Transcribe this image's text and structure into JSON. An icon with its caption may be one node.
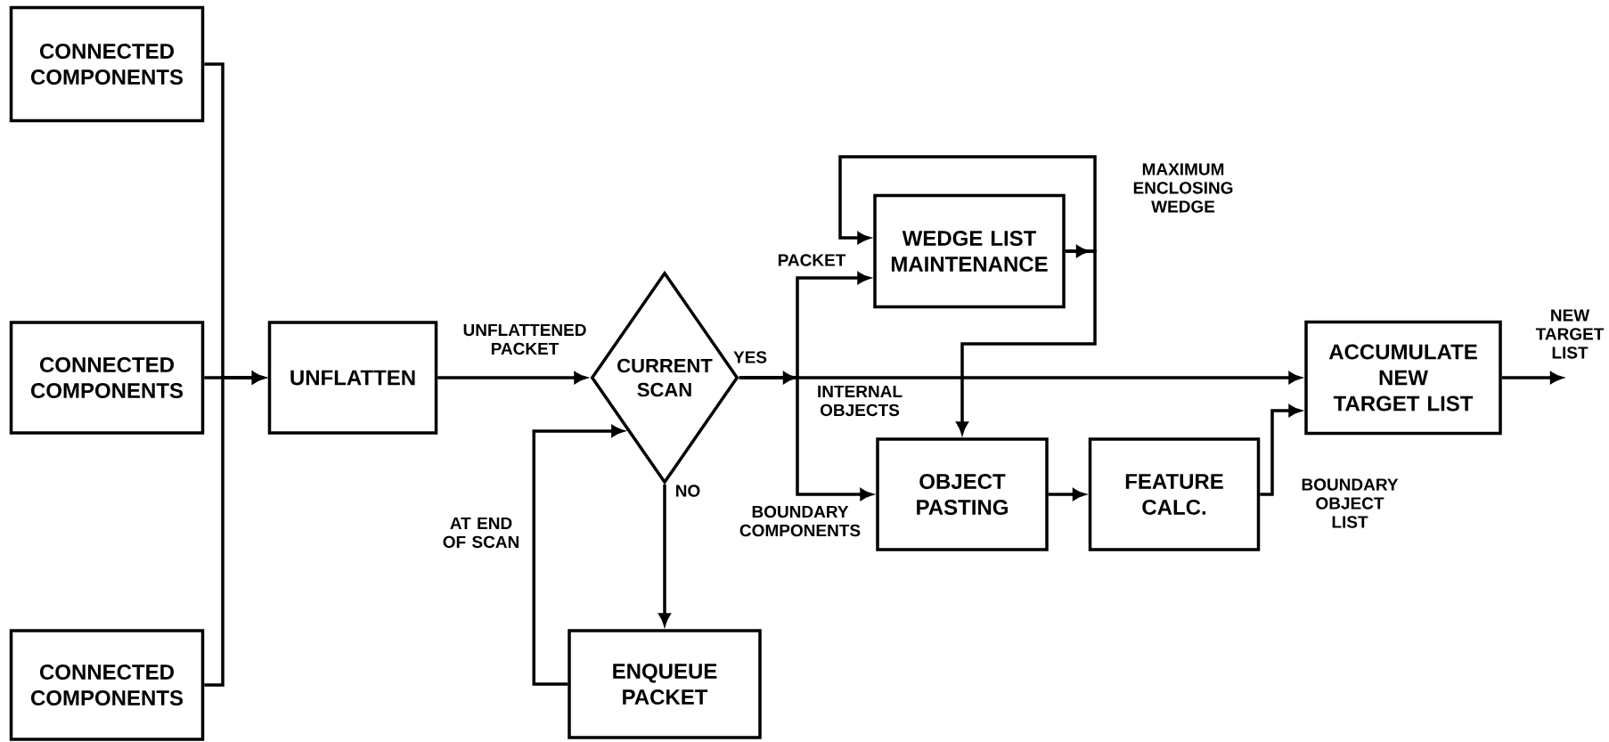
{
  "diagram": {
    "nodes": [
      {
        "text": [
          "CONNECTED COMPONENTS"
        ]
      },
      {
        "text": [
          "CONNECTED COMPONENTS"
        ]
      },
      {
        "text": [
          "CONNECTED COMPONENTS"
        ]
      },
      {
        "text": [
          "UNFLATTEN"
        ]
      },
      {
        "text": [
          "CURRENT SCAN"
        ]
      },
      {
        "text": [
          "ENQUEUE PACKET"
        ]
      },
      {
        "text": [
          "WEDGE LIST MAINTENANCE"
        ]
      },
      {
        "text": [
          "OBJECT PASTING"
        ]
      },
      {
        "text": [
          "FEATURE CALC."
        ]
      },
      {
        "text": [
          "ACCUMULATE NEW TARGET LIST"
        ]
      }
    ],
    "edges": [
      {
        "from": 0,
        "to": 3,
        "arrow": "to"
      },
      {
        "from": 1,
        "to": 3,
        "arrow": "to"
      },
      {
        "from": 2,
        "to": 3,
        "arrow": "to"
      },
      {
        "from": 3,
        "to": 4,
        "arrow": "to",
        "label": "UNFLATTENED PACKET"
      },
      {
        "from": 4,
        "to": 5,
        "arrow": "to",
        "label": "NO"
      },
      {
        "from": 5,
        "to": 4,
        "arrow": "to",
        "label": "AT END OF SCAN"
      },
      {
        "from": 4,
        "to": 6,
        "arrow": "to",
        "label": "PACKET"
      },
      {
        "from": 4,
        "to": 9,
        "arrow": "to",
        "label": "INTERNAL OBJECTS"
      },
      {
        "from": 4,
        "to": 7,
        "arrow": "to",
        "label": "BOUNDARY COMPONENTS"
      },
      {
        "from": 6,
        "to": 6,
        "arrow": "to"
      },
      {
        "from": 6,
        "to": 7,
        "arrow": "to",
        "label": "MAXIMUM ENCLOSING WEDGE"
      },
      {
        "from": 7,
        "to": 8,
        "arrow": "to"
      },
      {
        "from": 8,
        "to": 9,
        "arrow": "to",
        "label": "BOUNDARY OBJECT LIST"
      },
      {
        "from": 9,
        "to": null,
        "arrow": "to",
        "label": "NEW TARGET LIST"
      }
    ],
    "labels": [
      "YES"
    ]
  }
}
